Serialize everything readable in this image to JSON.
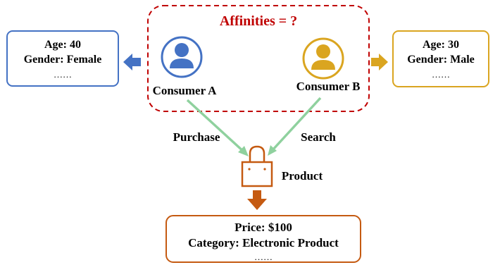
{
  "colors": {
    "red": "#c00000",
    "blue": "#4472c4",
    "gold": "#daa520",
    "green": "#8fd19e",
    "orange": "#c55a11"
  },
  "group": {
    "title": "Affinities = ?"
  },
  "consumer_a": {
    "label": "Consumer A",
    "icon": "person-icon",
    "attributes": [
      "Age: 40",
      "Gender: Female",
      "……"
    ]
  },
  "consumer_b": {
    "label": "Consumer B",
    "icon": "person-icon",
    "attributes": [
      "Age: 30",
      "Gender: Male",
      "……"
    ]
  },
  "edges": {
    "a_label": "Purchase",
    "b_label": "Search"
  },
  "product": {
    "label": "Product",
    "icon": "shopping-bag-icon",
    "attributes": [
      "Price: $100",
      "Category: Electronic Product",
      "……"
    ]
  }
}
